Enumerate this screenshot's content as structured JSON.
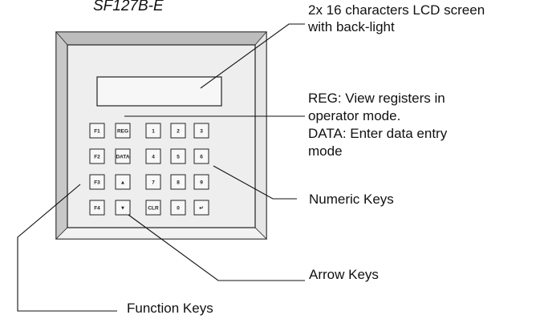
{
  "title": "SF127B-E",
  "keypad": {
    "rows": [
      [
        "F1",
        "REG",
        "1",
        "2",
        "3"
      ],
      [
        "F2",
        "DATA",
        "4",
        "5",
        "6"
      ],
      [
        "F3",
        "▲",
        "7",
        "8",
        "9"
      ],
      [
        "F4",
        "▼",
        "CLR",
        "0",
        "↵"
      ]
    ]
  },
  "callouts": {
    "lcd": {
      "line1": "2x 16 characters LCD screen",
      "line2": "with back-light"
    },
    "reg_data": {
      "line1": "REG: View registers in",
      "line2": "operator mode.",
      "line3": "DATA: Enter data entry",
      "line4": "mode"
    },
    "numeric": {
      "label": "Numeric Keys"
    },
    "arrow": {
      "label": "Arrow Keys"
    },
    "function": {
      "label": "Function Keys"
    }
  },
  "colors": {
    "bezel": "#d2d2d2",
    "panel": "#eeeeee",
    "stroke": "#222222"
  }
}
